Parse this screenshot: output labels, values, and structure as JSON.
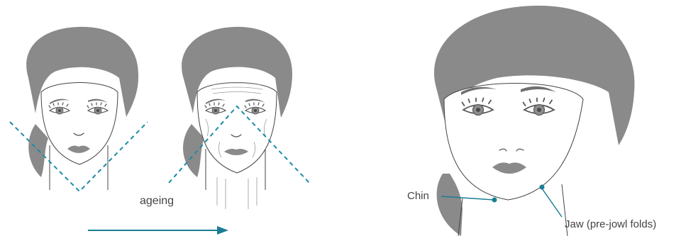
{
  "labels": {
    "ageing": "ageing",
    "chin": "Chin",
    "jaw": "Jaw (pre-jowl folds)"
  },
  "colors": {
    "accent": "#1b8aa5",
    "hair": "#8a8a8a",
    "outline": "#444444"
  },
  "icons": {
    "ageing_arrow": "arrow-right-icon"
  }
}
